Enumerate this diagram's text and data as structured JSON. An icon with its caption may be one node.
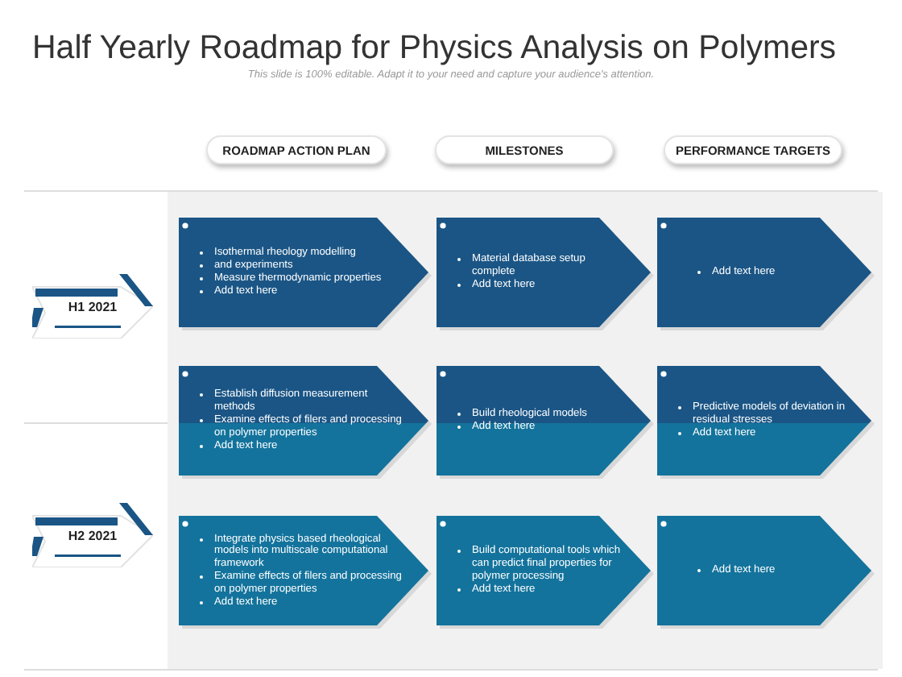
{
  "diagram": {
    "title": "Half Yearly Roadmap for Physics Analysis on Polymers",
    "nodes": [
      {
        "text": [
          "ROADMAP ACTION PLAN"
        ]
      },
      {
        "text": [
          "MILESTONES"
        ]
      },
      {
        "text": [
          "PERFORMANCE TARGETS"
        ]
      },
      {
        "text": [
          "H1 2021"
        ]
      },
      {
        "text": [
          "Isothermal rheology modelling",
          "and experiments",
          "Measure thermodynamic properties",
          "Add text here"
        ]
      },
      {
        "text": [
          "Material database setup complete",
          "Add text here"
        ]
      },
      {
        "text": [
          "Add text here"
        ]
      },
      {
        "text": [
          "Establish diffusion measurement methods",
          "Examine effects of filers and processing on polymer properties",
          "Add text here"
        ]
      },
      {
        "text": [
          "Build rheological models",
          "Add text here"
        ]
      },
      {
        "text": [
          "Predictive models of deviation in residual stresses",
          "Add text here"
        ]
      },
      {
        "text": [
          "H2 2021"
        ]
      },
      {
        "text": [
          "Integrate physics based rheological models into multiscale computational framework",
          "Examine effects of filers and processing on polymer properties",
          "Add text here"
        ]
      },
      {
        "text": [
          "Build computational tools which can predict final properties for polymer processing",
          "Add text here"
        ]
      },
      {
        "text": [
          "Add text here"
        ]
      }
    ],
    "labels": [
      "This slide is 100% editable. Adapt it to your need and capture your audience's attention."
    ]
  }
}
